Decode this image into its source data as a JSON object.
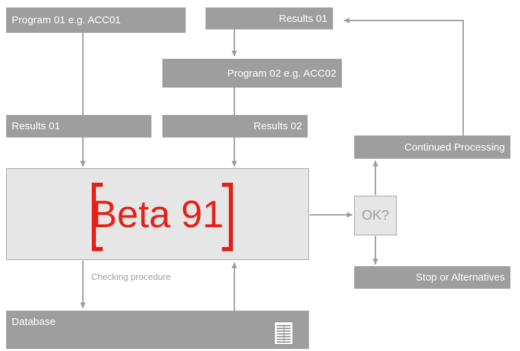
{
  "boxes": {
    "program01": "Program 01 e.g. ACC01",
    "results01_top": "Results 01",
    "program02": "Program 02 e.g. ACC02",
    "results01_left": "Results 01",
    "results02": "Results 02",
    "continued": "Continued Processing",
    "stop": "Stop or Alternatives",
    "database": "Database"
  },
  "center": {
    "title": "Beta 91"
  },
  "decision": {
    "label": "OK?"
  },
  "annotation": {
    "checking": "Checking procedure"
  },
  "colors": {
    "box": "#9e9e9e",
    "panel": "#e6e6e6",
    "accent": "#e32119",
    "line": "#9e9e9e"
  },
  "icons": {
    "database": "table-document-icon"
  }
}
